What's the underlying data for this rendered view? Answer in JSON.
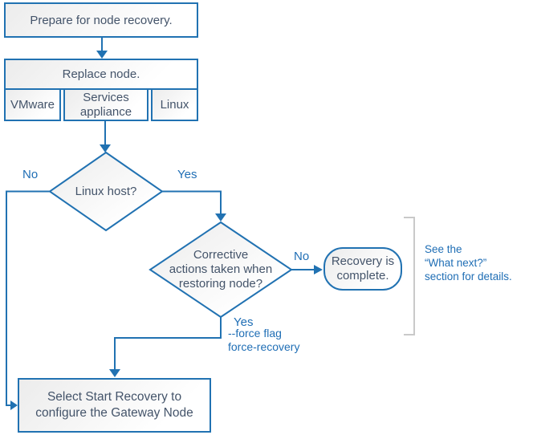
{
  "colors": {
    "stroke_blue": "#2172b2",
    "label_blue": "#1f6eb5",
    "node_text": "#44546a",
    "bracket_gray": "#c9c9c9",
    "fill_top": "#ececec",
    "fill_bottom": "#ffffff"
  },
  "nodes": {
    "prepare": {
      "label": "Prepare for node recovery."
    },
    "replace": {
      "label": "Replace node."
    },
    "platforms": {
      "vmware": "VMware",
      "services_appliance_line1": "Services",
      "services_appliance_line2": "appliance",
      "linux": "Linux"
    },
    "linux_host": {
      "label": "Linux host?"
    },
    "corrective": {
      "line1": "Corrective",
      "line2": "actions taken when",
      "line3": "restoring node?"
    },
    "recovery_complete": {
      "line1": "Recovery is",
      "line2": "complete."
    },
    "start_recovery": {
      "line1": "Select Start Recovery to",
      "line2": "configure the Gateway Node"
    }
  },
  "labels": {
    "no1": "No",
    "yes1": "Yes",
    "no2": "No",
    "yes2": "Yes",
    "force_line1": "--force flag",
    "force_line2": "force-recovery"
  },
  "side_note": {
    "line1": "See the",
    "line2": "“What next?”",
    "line3": "section for details."
  }
}
